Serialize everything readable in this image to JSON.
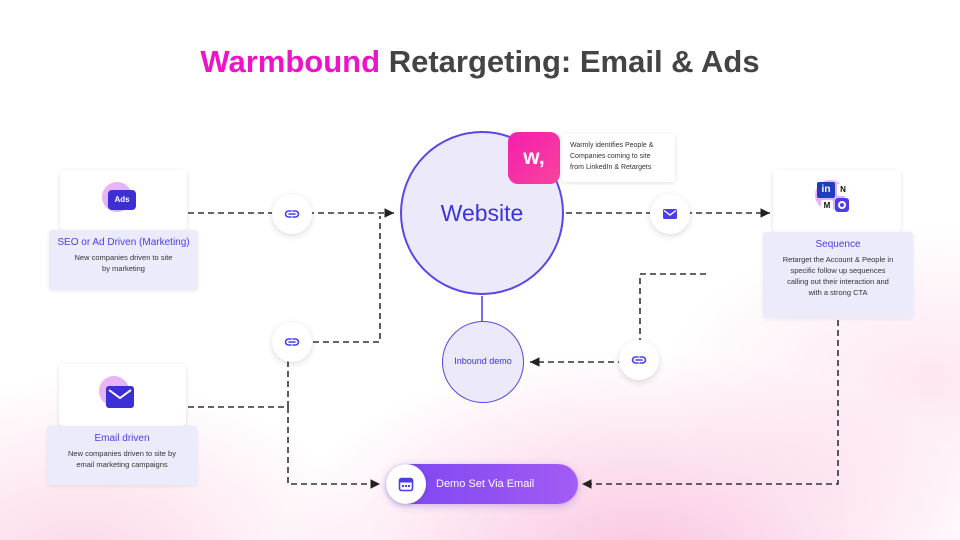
{
  "title": {
    "brand": "Warmbound",
    "rest": "Retargeting: Email & Ads"
  },
  "nodes": {
    "website": "Website",
    "inbound_demo": "Inbound demo",
    "warmly_badge": "w,",
    "warmly_note": [
      "Warmly identifies People &",
      "Companies coming to site",
      "from LinkedIn & Retargets"
    ],
    "demo_set": "Demo Set Via Email"
  },
  "cards": {
    "seo": {
      "icon_text": "Ads",
      "title": "SEO or Ad Driven (Marketing)",
      "desc": [
        "New companies driven to site",
        "by marketing"
      ]
    },
    "email": {
      "title": "Email driven",
      "desc": [
        "New companies driven to site by",
        "email marketing campaigns"
      ]
    },
    "sequence": {
      "logo_text": [
        "in",
        "N",
        "M"
      ],
      "title": "Sequence",
      "desc": [
        "Retarget the Account & People in",
        "specific follow up sequences",
        "calling out their interaction and",
        "with a strong CTA"
      ]
    }
  },
  "icons": [
    "link-icon",
    "mail-icon",
    "calendar-icon",
    "ads-icon",
    "envelope-icon",
    "sequence-logos-icon"
  ],
  "colors": {
    "brand": "#ee12c9",
    "accent": "#4a3fe6",
    "pill": "#8b4ff2"
  }
}
